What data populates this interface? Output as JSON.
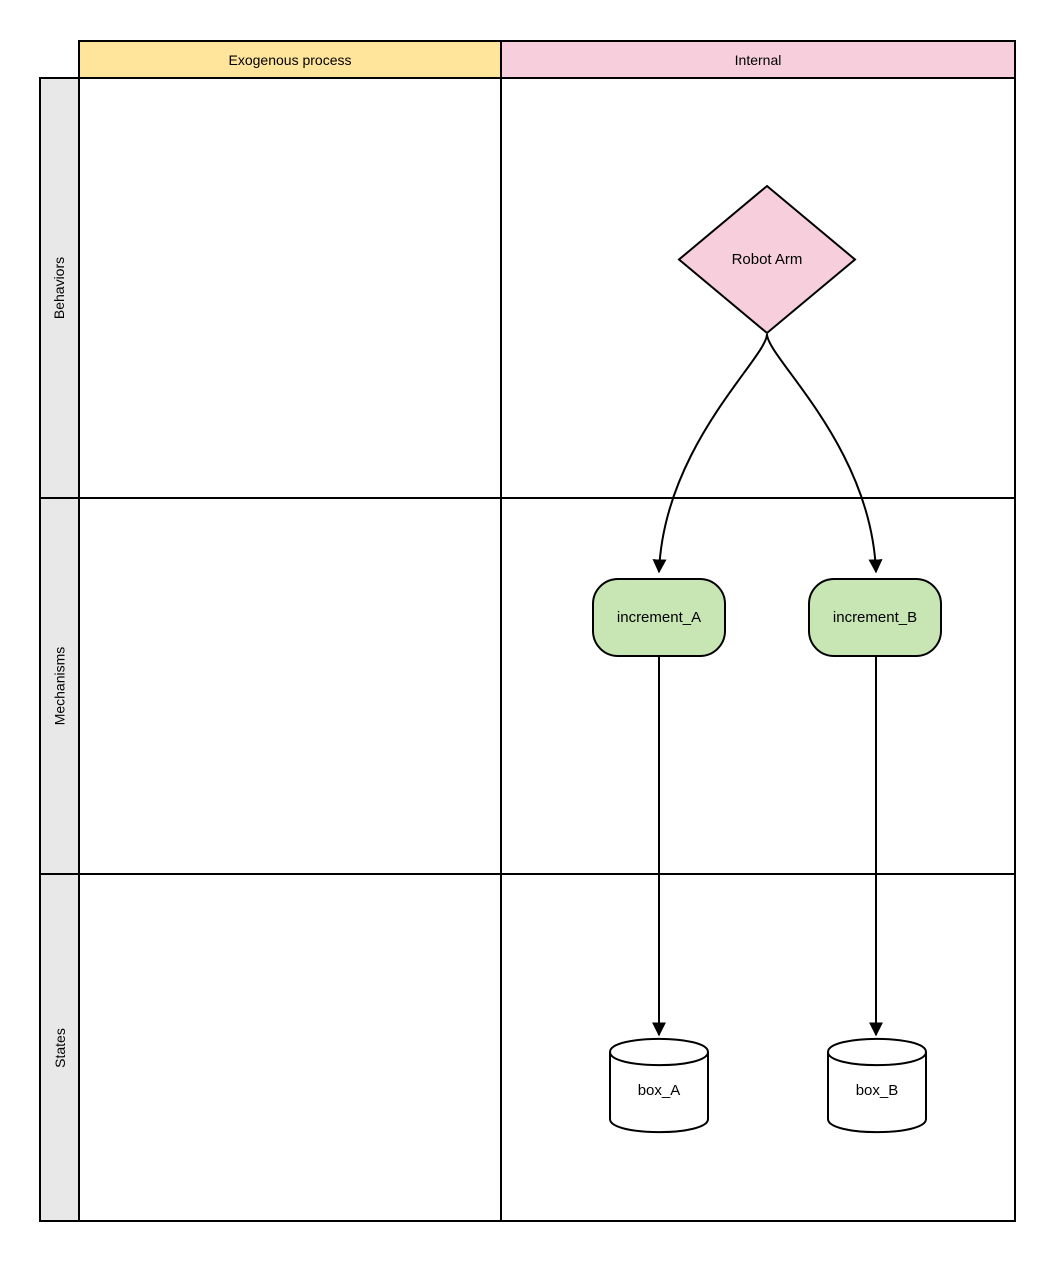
{
  "diagram": {
    "column_headers": {
      "exogenous": "Exogenous process",
      "internal": "Internal"
    },
    "row_labels": [
      "Behaviors",
      "Mechanisms",
      "States"
    ],
    "nodes": {
      "robot_arm": {
        "label": "Robot Arm",
        "shape": "diamond",
        "row": "Behaviors",
        "column": "Internal"
      },
      "increment_a": {
        "label": "increment_A",
        "shape": "rounded-rectangle",
        "row": "Mechanisms",
        "column": "Internal"
      },
      "increment_b": {
        "label": "increment_B",
        "shape": "rounded-rectangle",
        "row": "Mechanisms",
        "column": "Internal"
      },
      "box_a": {
        "label": "box_A",
        "shape": "cylinder",
        "row": "States",
        "column": "Internal"
      },
      "box_b": {
        "label": "box_B",
        "shape": "cylinder",
        "row": "States",
        "column": "Internal"
      }
    },
    "edges": [
      {
        "from": "Robot Arm",
        "to": "increment_A",
        "style": "curved-arrow"
      },
      {
        "from": "Robot Arm",
        "to": "increment_B",
        "style": "curved-arrow"
      },
      {
        "from": "increment_A",
        "to": "box_A",
        "style": "straight-arrow"
      },
      {
        "from": "increment_B",
        "to": "box_B",
        "style": "straight-arrow"
      }
    ],
    "colors": {
      "exogenous_header_bg": "#FFE59B",
      "internal_header_bg": "#F6CEDC",
      "diamond_fill": "#F6CEDC",
      "mechanism_fill": "#C8E6B4",
      "cylinder_fill": "#FFFFFF",
      "row_label_bg": "#E8E8E8",
      "border": "#000000"
    }
  }
}
